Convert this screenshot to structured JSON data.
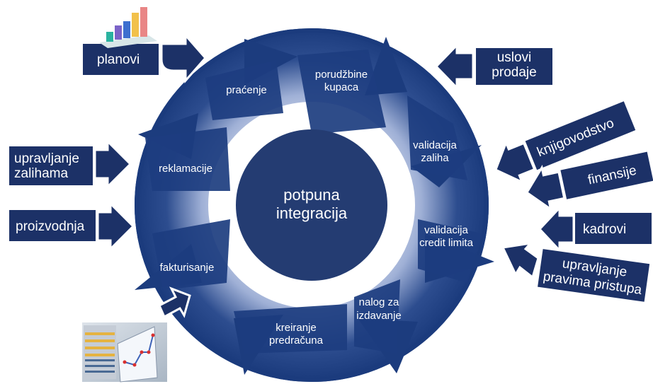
{
  "center": {
    "line1": "potpuna",
    "line2": "integracija"
  },
  "cycle": {
    "porudzbine": [
      "porudžbine",
      "kupaca"
    ],
    "validacija_zaliha": [
      "validacija",
      "zaliha"
    ],
    "validacija_credit": [
      "validacija",
      "credit limita"
    ],
    "nalog": [
      "nalog za",
      "izdavanje"
    ],
    "kreiranje": [
      "kreiranje",
      "predračuna"
    ],
    "fakturisanje": [
      "fakturisanje"
    ],
    "reklamacije": [
      "reklamacije"
    ],
    "pracenje": [
      "praćenje"
    ]
  },
  "inputs": {
    "planovi": [
      "planovi"
    ],
    "uslovi": [
      "uslovi",
      "prodaje"
    ],
    "knjigovodstvo": [
      "knjigovodstvo"
    ],
    "finansije": [
      "finansije"
    ],
    "kadrovi": [
      "kadrovi"
    ],
    "pristup": [
      "upravljanje",
      "pravima pristupa"
    ],
    "zalihe": [
      "upravljanje",
      "zalihama"
    ],
    "proizvodnja": [
      "proizvodnja"
    ]
  },
  "colors": {
    "navy": "#1c3167",
    "ring_dark": "#1d3d80",
    "ring_light": "#c9d2ea",
    "center": "#243c72"
  },
  "icons": {
    "top_left": "bar-chart-icon",
    "bottom_left": "line-chart-screen-icon"
  }
}
